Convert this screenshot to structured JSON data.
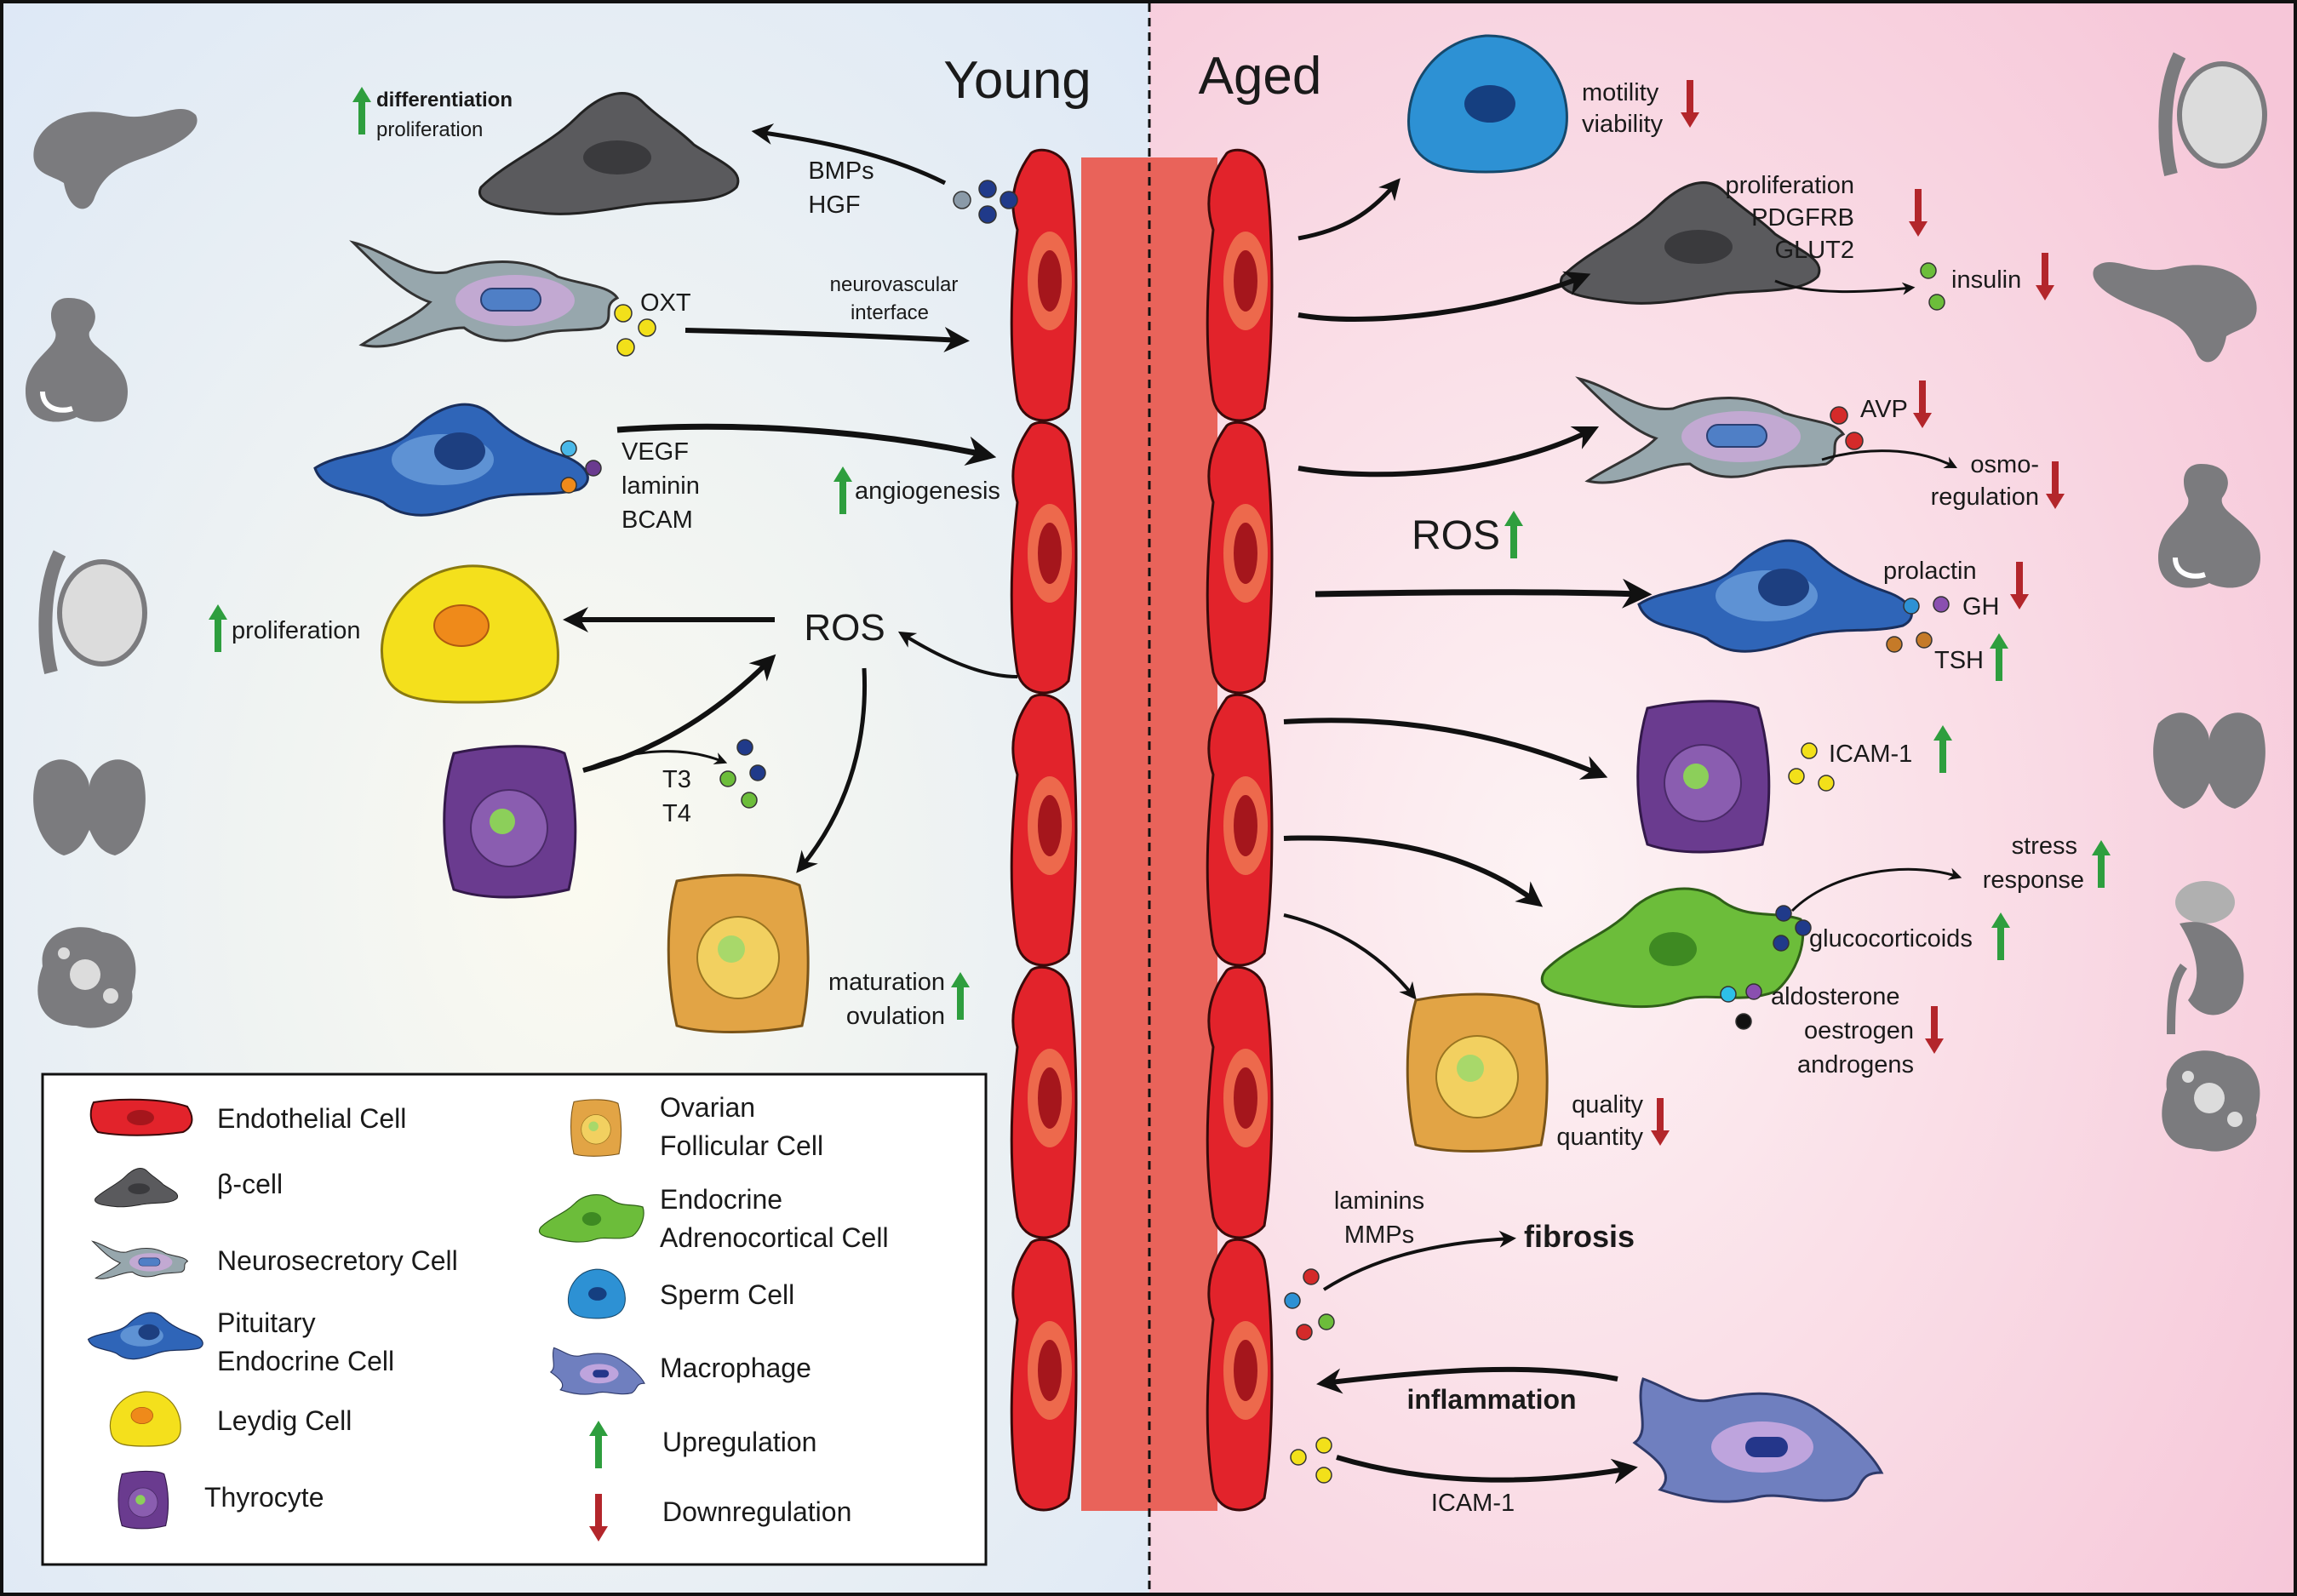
{
  "panels": {
    "young": "Young",
    "aged": "Aged"
  },
  "colors": {
    "young_bg": "#e6eef8",
    "aged_bg": "#f8d3e0",
    "endothelial": "#e2232b",
    "vessel_core": "#e9635a",
    "up_arrow": "#2e9e3e",
    "down_arrow": "#b3262b",
    "beta_cell": "#58585b",
    "neurosecretory": "#9aa8ae",
    "pituitary": "#2f65b8",
    "leydig": "#f4e01c",
    "thyrocyte": "#6a3b8f",
    "follicular": "#e2a445",
    "adrenocortical": "#6cbd3a",
    "sperm": "#2d91d4",
    "macrophage": "#6f7fbf"
  },
  "young": {
    "beta": {
      "line1": "differentiation",
      "line2": "proliferation",
      "factors1": "BMPs",
      "factors2": "HGF"
    },
    "neurosecretory": {
      "factor": "OXT",
      "target1": "neurovascular",
      "target2": "interface"
    },
    "pituitary": {
      "factor1": "VEGF",
      "factor2": "laminin",
      "factor3": "BCAM",
      "effect": "angiogenesis"
    },
    "leydig": {
      "effect": "proliferation"
    },
    "ros": "ROS",
    "thyrocyte": {
      "h1": "T3",
      "h2": "T4"
    },
    "follicular": {
      "line1": "maturation",
      "line2": "ovulation"
    }
  },
  "aged": {
    "sperm": {
      "line1": "motility",
      "line2": "viability"
    },
    "beta": {
      "line1": "proliferation",
      "line2": "PDGFRB",
      "line3": "GLUT2",
      "hormone": "insulin"
    },
    "neurosecretory": {
      "factor": "AVP",
      "effect1": "osmo-",
      "effect2": "regulation"
    },
    "ros": "ROS",
    "pituitary": {
      "h1": "prolactin",
      "h2": "GH",
      "h3": "TSH"
    },
    "thyrocyte": {
      "factor": "ICAM-1"
    },
    "adrenal": {
      "stress1": "stress",
      "stress2": "response",
      "glucocorticoids": "glucocorticoids",
      "h1": "aldosterone",
      "h2": "oestrogen",
      "h3": "androgens"
    },
    "follicular": {
      "line1": "quality",
      "line2": "quantity"
    },
    "fibrosis": {
      "f1": "laminins",
      "f2": "MMPs",
      "result": "fibrosis"
    },
    "macrophage": {
      "inflammation": "inflammation",
      "factor": "ICAM-1"
    }
  },
  "legend": {
    "endothelial": "Endothelial Cell",
    "beta": "β-cell",
    "neurosecretory": "Neurosecretory Cell",
    "pituitary1": "Pituitary",
    "pituitary2": "Endocrine Cell",
    "leydig": "Leydig Cell",
    "thyrocyte": "Thyrocyte",
    "ovarian1": "Ovarian",
    "ovarian2": "Follicular Cell",
    "adrenal1": "Endocrine",
    "adrenal2": "Adrenocortical Cell",
    "sperm": "Sperm Cell",
    "macrophage": "Macrophage",
    "up": "Upregulation",
    "down": "Downregulation"
  },
  "organs": {
    "left": [
      "pancreas-icon",
      "pituitary-icon",
      "testis-icon",
      "thyroid-icon",
      "ovary-icon"
    ],
    "right": [
      "testis-icon",
      "pancreas-icon",
      "pituitary-icon",
      "thyroid-icon",
      "adrenal-kidney-icon",
      "ovary-icon"
    ]
  }
}
